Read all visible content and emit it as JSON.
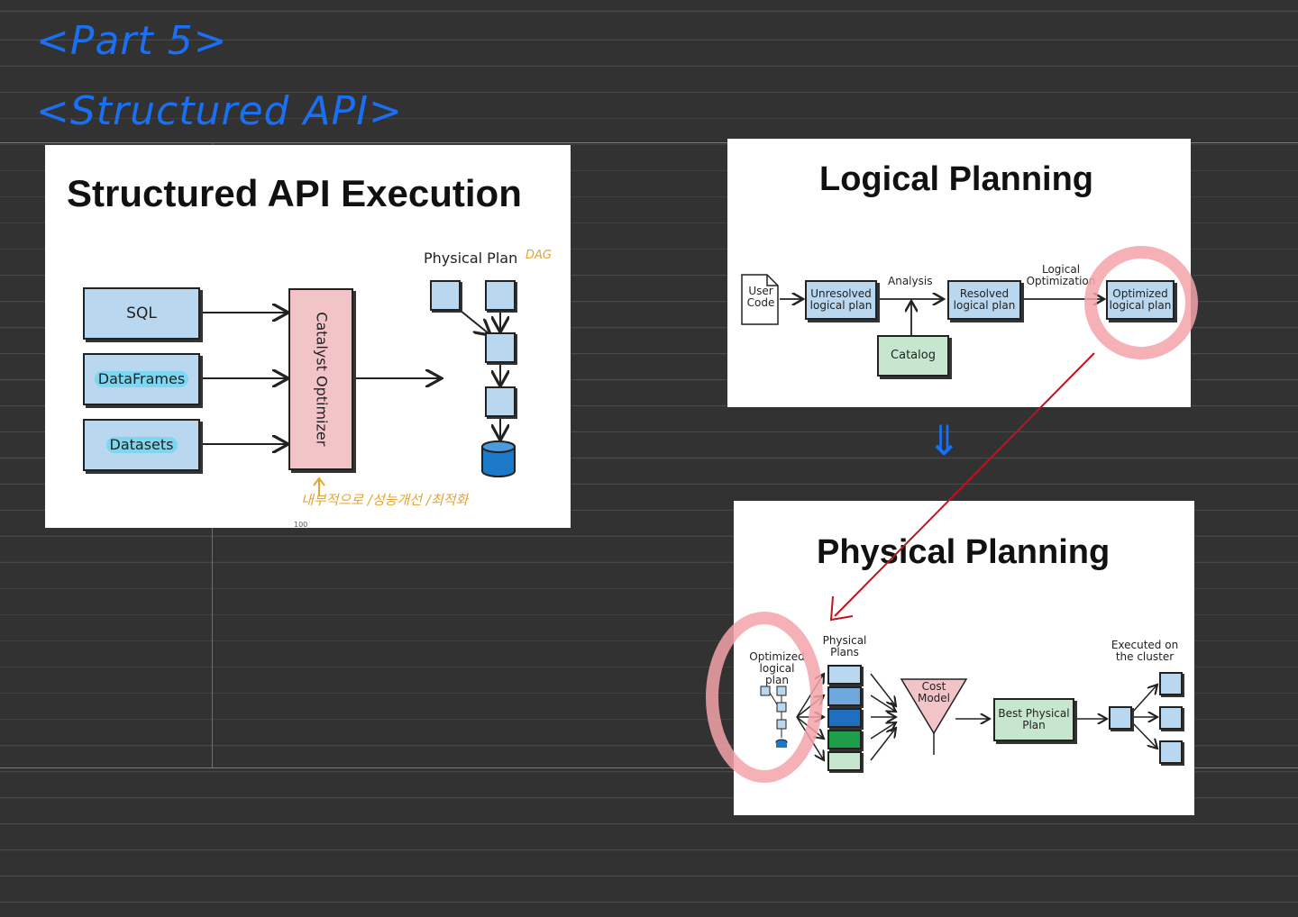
{
  "notes": {
    "heading1": "<Part 5>",
    "heading2": "<Structured API>",
    "arrow": "⇓"
  },
  "slide1": {
    "title": "Structured API Execution",
    "inputs": [
      "SQL",
      "DataFrames",
      "Datasets"
    ],
    "optimizer": "Catalyst Optimizer",
    "physical_plan": "Physical Plan",
    "dag": "DAG",
    "annotation": "내부적으로 /성능개선 /최적화",
    "page_number": "100"
  },
  "slide2": {
    "title": "Logical Planning",
    "user_code": "User Code",
    "unresolved": "Unresolved logical plan",
    "analysis": "Analysis",
    "resolved": "Resolved logical plan",
    "logical_opt": "Logical Optimization",
    "optimized": "Optimized logical plan",
    "catalog": "Catalog"
  },
  "slide3": {
    "title": "Physical Planning",
    "optimized": "Optimized logical plan",
    "physical_plans": "Physical Plans",
    "cost_model": "Cost Model",
    "best_plan": "Best Physical Plan",
    "executed": "Executed on the cluster"
  },
  "colors": {
    "background": "#323232",
    "handwriting": "#1a6ff2",
    "red_marker": "#c0141c",
    "circle": "#f4a3aa",
    "annotation": "#e6a430"
  }
}
